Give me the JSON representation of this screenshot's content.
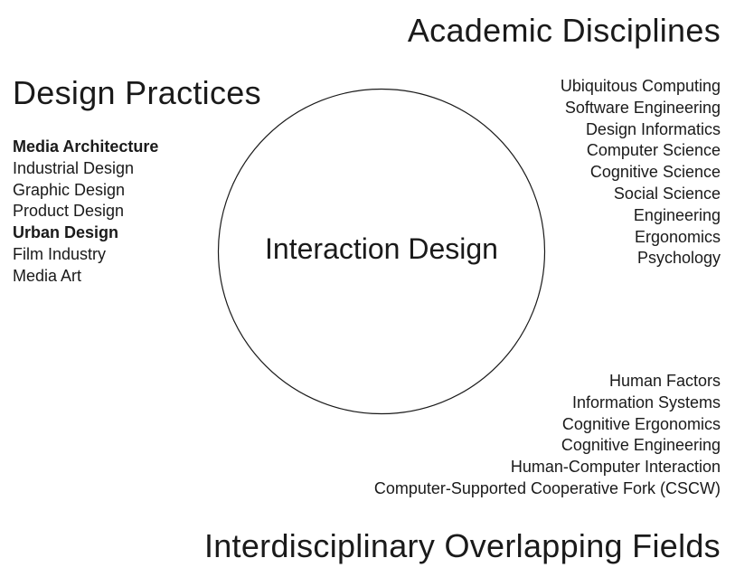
{
  "center": {
    "label": "Interaction Design"
  },
  "academic": {
    "title": "Academic Disciplines",
    "items": [
      "Ubiquitous Computing",
      "Software Engineering",
      "Design Informatics",
      "Computer Science",
      "Cognitive Science",
      "Social Science",
      "Engineering",
      "Ergonomics",
      "Psychology"
    ]
  },
  "design": {
    "title": "Design Practices",
    "items": [
      {
        "label": "Media Architecture",
        "bold": true
      },
      {
        "label": "Industrial Design",
        "bold": false
      },
      {
        "label": "Graphic Design",
        "bold": false
      },
      {
        "label": "Product Design",
        "bold": false
      },
      {
        "label": "Urban Design",
        "bold": true
      },
      {
        "label": "Film Industry",
        "bold": false
      },
      {
        "label": "Media Art",
        "bold": false
      }
    ]
  },
  "overlap": {
    "title": "Interdisciplinary Overlapping Fields",
    "items": [
      "Human Factors",
      "Information Systems",
      "Cognitive Ergonomics",
      "Cognitive Engineering",
      "Human-Computer Interaction",
      "Computer-Supported Cooperative Fork (CSCW)"
    ]
  },
  "colors": {
    "text": "#1a1a1a",
    "circle_stroke": "#1a1a1a",
    "background": "#ffffff"
  }
}
